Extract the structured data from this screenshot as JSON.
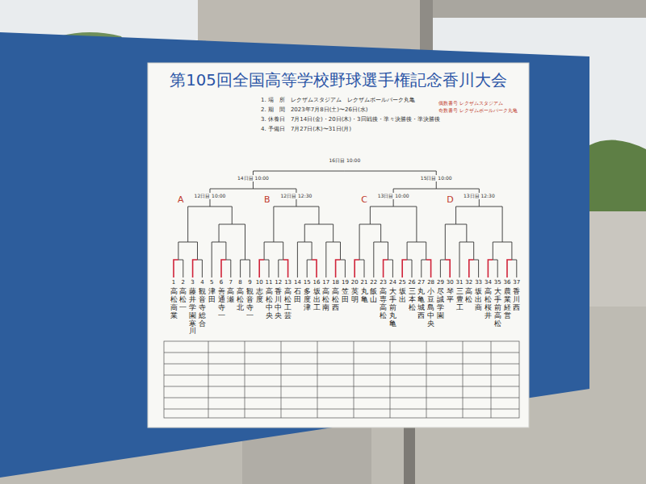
{
  "diagram": {
    "title": "第105回全国高等学校野球選手権記念香川大会",
    "nodes": [
      {
        "text": [
          "1. 場　所　レクザムスタジアム　レクザムボールパーク丸亀",
          "2. 期　間　2023年7月8日(土)〜26日(水)",
          "3. 休養日　7月14日(金)・20日(木)・3回戦後・準々決勝後・準決勝後",
          "4. 予備日　7月27日(木)〜31日(月)",
          "偶数番号 レクザムスタジアム",
          "奇数番号 レクザムボールパーク丸亀"
        ]
      }
    ],
    "labels": [
      "1",
      "2",
      "3",
      "4",
      "5",
      "6",
      "7",
      "8",
      "9",
      "10",
      "11",
      "12",
      "13",
      "14",
      "15",
      "16",
      "17",
      "18",
      "19",
      "20",
      "21",
      "22",
      "23",
      "24",
      "25",
      "26",
      "27",
      "28",
      "29",
      "30",
      "31",
      "32",
      "33",
      "34",
      "35",
      "36",
      "37",
      "高松商業",
      "高松一",
      "藤井学園寒川",
      "観音寺総合",
      "津田",
      "善通寺一",
      "高瀬",
      "高松北",
      "観音寺一",
      "志度",
      "高松中央",
      "香川中央",
      "高松工芸",
      "石田",
      "多度津",
      "坂出工",
      "高松南",
      "高松西",
      "笠田",
      "英明",
      "丸亀",
      "飯山",
      "高専高松",
      "大手前丸亀",
      "坂出",
      "三本松",
      "丸亀城西",
      "小豆島中央",
      "尽誠学園",
      "琴平",
      "三豊工",
      "高松",
      "坂出商",
      "高松桜井",
      "大手前高松",
      "農業経営",
      "香川西",
      "A",
      "B",
      "C",
      "D",
      "16日目 10:00",
      "14日目 10:00",
      "15日目 10:00",
      "12日目 10:00",
      "12日目 12:30",
      "13日目 10:00",
      "13日目 12:30"
    ]
  }
}
